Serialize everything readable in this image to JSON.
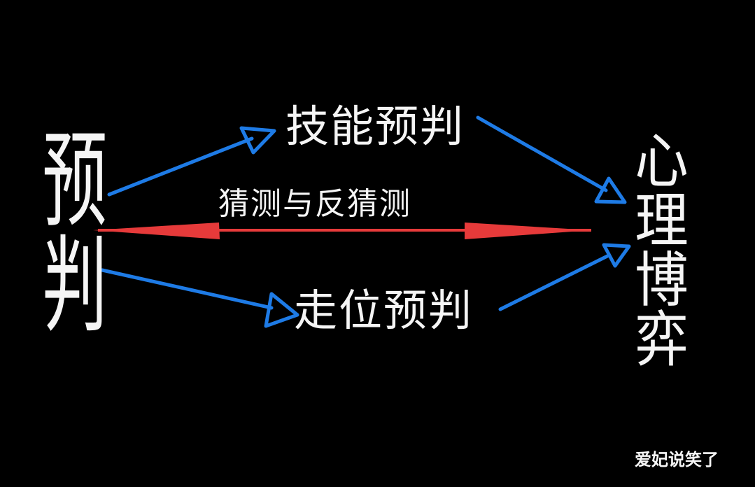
{
  "diagram": {
    "source": {
      "label": "预判"
    },
    "target": {
      "label": "心理博弈"
    },
    "middle": {
      "top": {
        "label": "技能预判"
      },
      "center": {
        "label": "猜测与反猜测"
      },
      "bottom": {
        "label": "走位预判"
      }
    },
    "edges": [
      {
        "from": "预判",
        "to": "技能预判",
        "color": "#1e7be6",
        "style": "outline-triangle-head"
      },
      {
        "from": "技能预判",
        "to": "心理博弈",
        "color": "#1e7be6",
        "style": "outline-triangle-head"
      },
      {
        "from": "预判",
        "to": "心理博弈",
        "via": "猜测与反猜测",
        "color": "#e63a3a",
        "style": "double-headed-spear"
      },
      {
        "from": "预判",
        "to": "走位预判",
        "color": "#1e7be6",
        "style": "outline-triangle-head"
      },
      {
        "from": "走位预判",
        "to": "心理博弈",
        "color": "#1e7be6",
        "style": "outline-triangle-head"
      }
    ]
  },
  "watermark": {
    "text": "爱妃说笑了"
  },
  "colors": {
    "background": "#000000",
    "text": "#f5f5f5",
    "blue_arrow": "#1e7be6",
    "red_arrow": "#e63a3a"
  }
}
